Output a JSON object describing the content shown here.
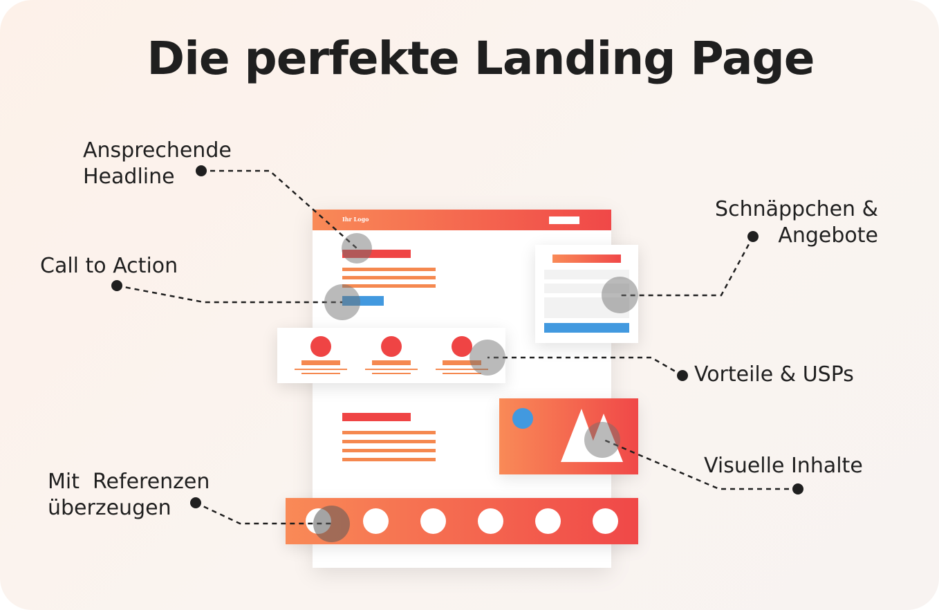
{
  "title": "Die perfekte Landing Page",
  "mockup": {
    "logo_text": "Ihr Logo"
  },
  "callouts": {
    "headline": {
      "line1": "Ansprechende",
      "line2": "Headline"
    },
    "cta": {
      "line1": "Call to Action"
    },
    "referenzen": {
      "line1": "Mit  Referenzen",
      "line2": "überzeugen"
    },
    "angebote": {
      "line1": "Schnäppchen &",
      "line2": "Angebote"
    },
    "usps": {
      "line1": "Vorteile & USPs"
    },
    "visuell": {
      "line1": "Visuelle Inhalte"
    }
  },
  "colors": {
    "accent_red": "#ef4444",
    "accent_orange": "#f5884f",
    "accent_blue": "#4299df",
    "text": "#1f1f1f"
  }
}
